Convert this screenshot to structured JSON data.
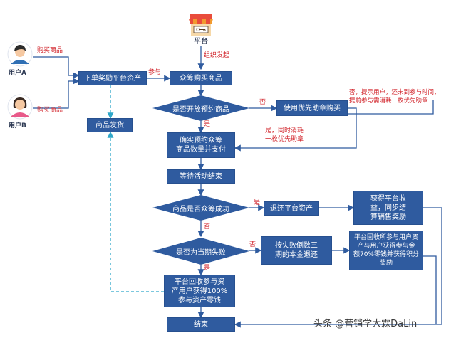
{
  "platform": {
    "label": "平台",
    "organize_label": "组织发起"
  },
  "users": [
    {
      "label": "用户A",
      "action": "购买商品"
    },
    {
      "label": "用户B",
      "action": "购买商品"
    }
  ],
  "nodes": {
    "order_box": "下单奖励平台资产",
    "participate": "参与",
    "group_buy": "众筹购买商品",
    "open_preorder": "是否开放预约商品",
    "use_priority": "使用优先助章购买",
    "no_reserve_note": "否，提示用户，还未到参与时间，\n提前参与需消耗一枚优先助章",
    "yes_consume_note": "是，同时消耗\n一枚优先助章",
    "goods_ship": "商品发货",
    "confirm_reserve": "确实预约众筹\n商品数量并支付",
    "wait_end": "等待活动结束",
    "crowd_success": "商品是否众筹成功",
    "return_assets": "退还平台资产",
    "gain_income": "获得平台收\n益，同步结\n算销售奖励",
    "is_current_fail": "是否为当期失败",
    "refund_by_count": "按失败倒数三\n期的本金退还",
    "recycle_reward": "平台回收所参与用户资\n产与用户获得参与金\n额70%零钱并获得积分\n奖励",
    "recycle_full": "平台回收参与资\n产用户获得100%\n参与资产零钱",
    "end": "结束"
  },
  "branch_labels": {
    "no_1": "否",
    "yes_1": "是",
    "yes_2": "是",
    "no_2": "否",
    "no_3": "否",
    "yes_3": "是"
  },
  "watermark": "头条 @营销学大霖DaLin",
  "colors": {
    "box": "#2f5b9f",
    "red_text": "#d2242b",
    "line": "#2f5b9f",
    "dashed": "#2fa7c9"
  }
}
